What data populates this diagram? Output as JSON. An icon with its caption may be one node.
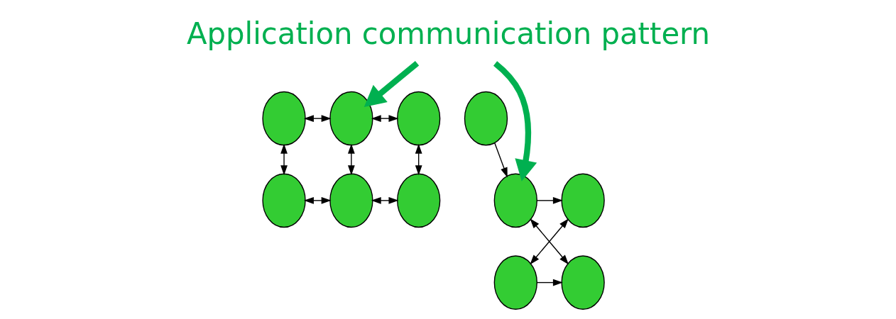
{
  "diagram": {
    "nodes": [
      {
        "text": [
          "Application communication pattern"
        ]
      },
      {
        "text": [],
        "shape": "ellipse"
      },
      {
        "text": [],
        "shape": "ellipse"
      },
      {
        "text": [],
        "shape": "ellipse"
      },
      {
        "text": [],
        "shape": "ellipse"
      },
      {
        "text": [],
        "shape": "ellipse"
      },
      {
        "text": [],
        "shape": "ellipse"
      },
      {
        "text": [],
        "shape": "ellipse"
      },
      {
        "text": [],
        "shape": "ellipse"
      },
      {
        "text": [],
        "shape": "ellipse"
      },
      {
        "text": [],
        "shape": "ellipse"
      },
      {
        "text": [],
        "shape": "ellipse"
      }
    ],
    "edges": [
      {
        "from": 0,
        "to": 2,
        "arrow": "to",
        "style": "thick",
        "color": "#00b050"
      },
      {
        "from": 0,
        "to": 9,
        "arrow": "to",
        "style": "thick",
        "color": "#00b050"
      },
      {
        "from": 1,
        "to": 2,
        "arrow": "both"
      },
      {
        "from": 2,
        "to": 3,
        "arrow": "both"
      },
      {
        "from": 1,
        "to": 4,
        "arrow": "both"
      },
      {
        "from": 2,
        "to": 5,
        "arrow": "both"
      },
      {
        "from": 3,
        "to": 6,
        "arrow": "both"
      },
      {
        "from": 4,
        "to": 5,
        "arrow": "both"
      },
      {
        "from": 5,
        "to": 6,
        "arrow": "both"
      },
      {
        "from": 7,
        "to": 9,
        "arrow": "to"
      },
      {
        "from": 9,
        "to": 8,
        "arrow": "to"
      },
      {
        "from": 8,
        "to": 10,
        "arrow": "both"
      },
      {
        "from": 9,
        "to": 11,
        "arrow": "both"
      },
      {
        "from": 10,
        "to": 11,
        "arrow": "to"
      }
    ]
  }
}
